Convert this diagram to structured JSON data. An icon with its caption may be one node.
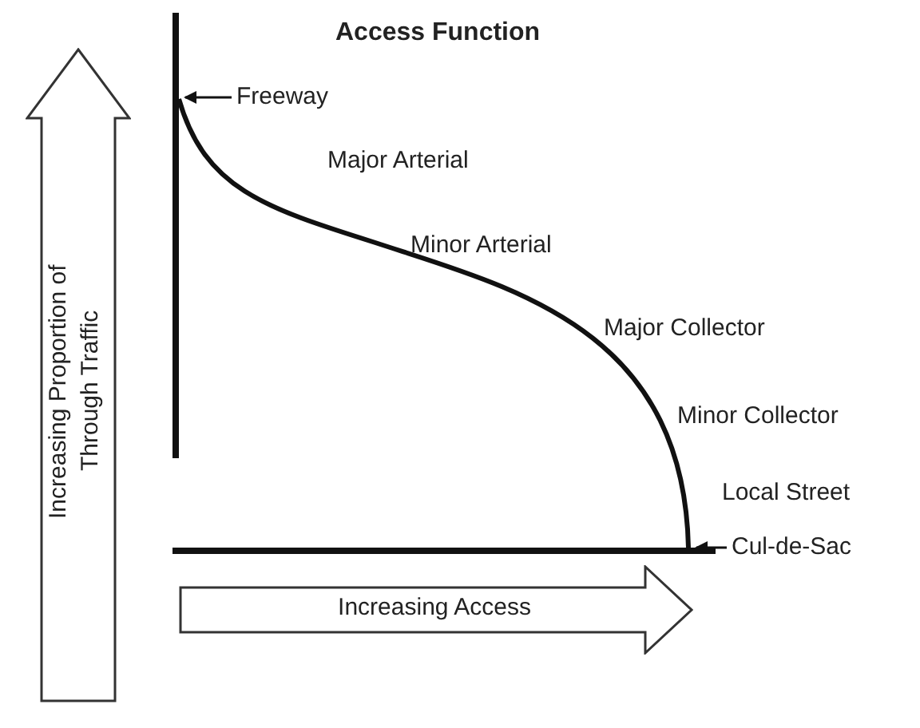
{
  "diagram": {
    "title": "Access Function",
    "nodes": [
      {
        "text": [
          "Increasing Proportion of Through Traffic"
        ]
      },
      {
        "text": [
          "Increasing Access"
        ]
      },
      {
        "text": [
          "Freeway"
        ]
      },
      {
        "text": [
          "Cul-de-Sac"
        ]
      }
    ],
    "edges": [
      {
        "from": 2,
        "to": null,
        "arrow": "to"
      },
      {
        "from": 3,
        "to": null,
        "arrow": "to"
      }
    ],
    "labels": [
      "Major Arterial",
      "Minor Arterial",
      "Major Collector",
      "Minor Collector",
      "Local Street"
    ]
  }
}
